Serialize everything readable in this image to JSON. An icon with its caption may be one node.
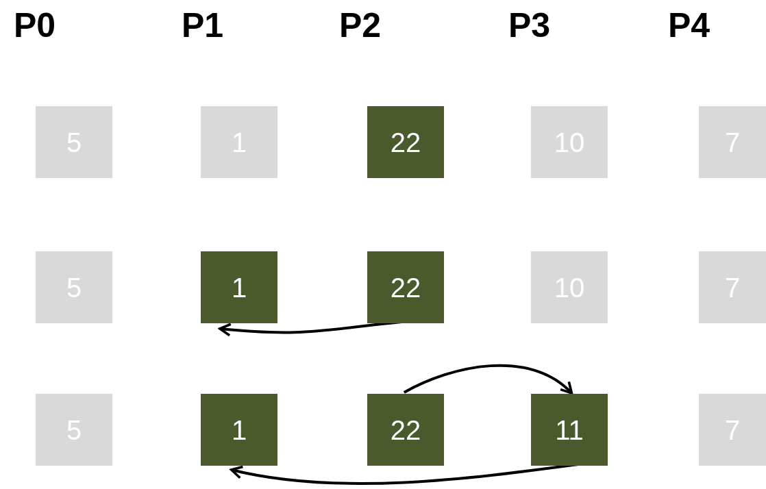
{
  "diagram": {
    "nodes": [
      {
        "text": [
          "5"
        ]
      },
      {
        "text": [
          "1"
        ]
      },
      {
        "text": [
          "22"
        ]
      },
      {
        "text": [
          "10"
        ]
      },
      {
        "text": [
          "7"
        ]
      },
      {
        "text": [
          "5"
        ]
      },
      {
        "text": [
          "1"
        ]
      },
      {
        "text": [
          "22"
        ]
      },
      {
        "text": [
          "10"
        ]
      },
      {
        "text": [
          "7"
        ]
      },
      {
        "text": [
          "5"
        ]
      },
      {
        "text": [
          "1"
        ]
      },
      {
        "text": [
          "22"
        ]
      },
      {
        "text": [
          "11"
        ]
      },
      {
        "text": [
          "7"
        ]
      }
    ],
    "edges": [
      {
        "from": 7,
        "to": 6,
        "arrow": "to"
      },
      {
        "from": 12,
        "to": 13,
        "arrow": "to"
      },
      {
        "from": 13,
        "to": 11,
        "arrow": "to"
      }
    ],
    "labels": [
      "P0",
      "P1",
      "P2",
      "P3",
      "P4"
    ]
  }
}
